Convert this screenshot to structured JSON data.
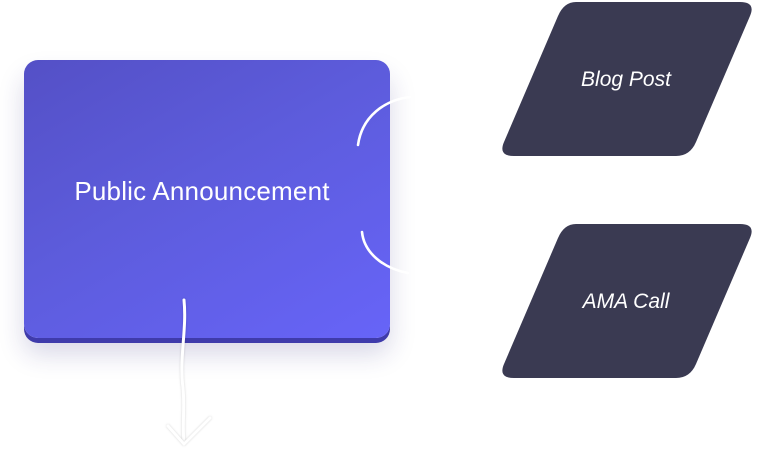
{
  "diagram": {
    "main_node": {
      "label": "Public Announcement",
      "color": "#5d5cdc"
    },
    "outputs": [
      {
        "label": "Blog Post",
        "color": "#3a3a52"
      },
      {
        "label": "AMA Call",
        "color": "#3a3a52"
      }
    ],
    "connector_color": "#ffffff"
  }
}
